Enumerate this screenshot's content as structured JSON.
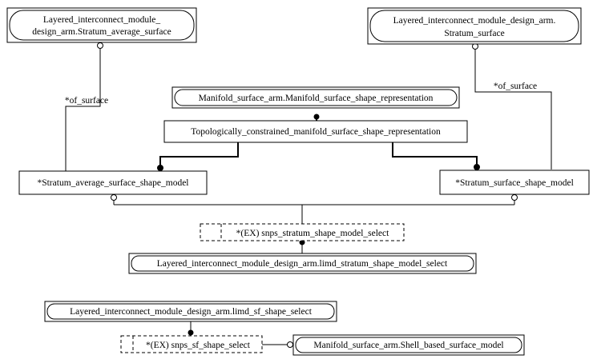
{
  "nodes": {
    "stratum_avg_surface": {
      "line1": "Layered_interconnect_module_",
      "line2": "design_arm.Stratum_average_surface"
    },
    "stratum_surface": {
      "line1": "Layered_interconnect_module_design_arm.",
      "line2": "Stratum_surface"
    },
    "manifold_rep": "Manifold_surface_arm.Manifold_surface_shape_representation",
    "topo_rep": "Topologically_constrained_manifold_surface_shape_representation",
    "avg_model": "*Stratum_average_surface_shape_model",
    "surface_model": "*Stratum_surface_shape_model",
    "stratum_select": "*(EX) snps_stratum_shape_model_select",
    "limd_stratum_select": "Layered_interconnect_module_design_arm.limd_stratum_shape_model_select",
    "limd_sf_select": "Layered_interconnect_module_design_arm.limd_sf_shape_select",
    "sf_select": "*(EX) snps_sf_shape_select",
    "shell_model": "Manifold_surface_arm.Shell_based_surface_model"
  },
  "edges": {
    "of_surface_left": "*of_surface",
    "of_surface_right": "*of_surface"
  }
}
